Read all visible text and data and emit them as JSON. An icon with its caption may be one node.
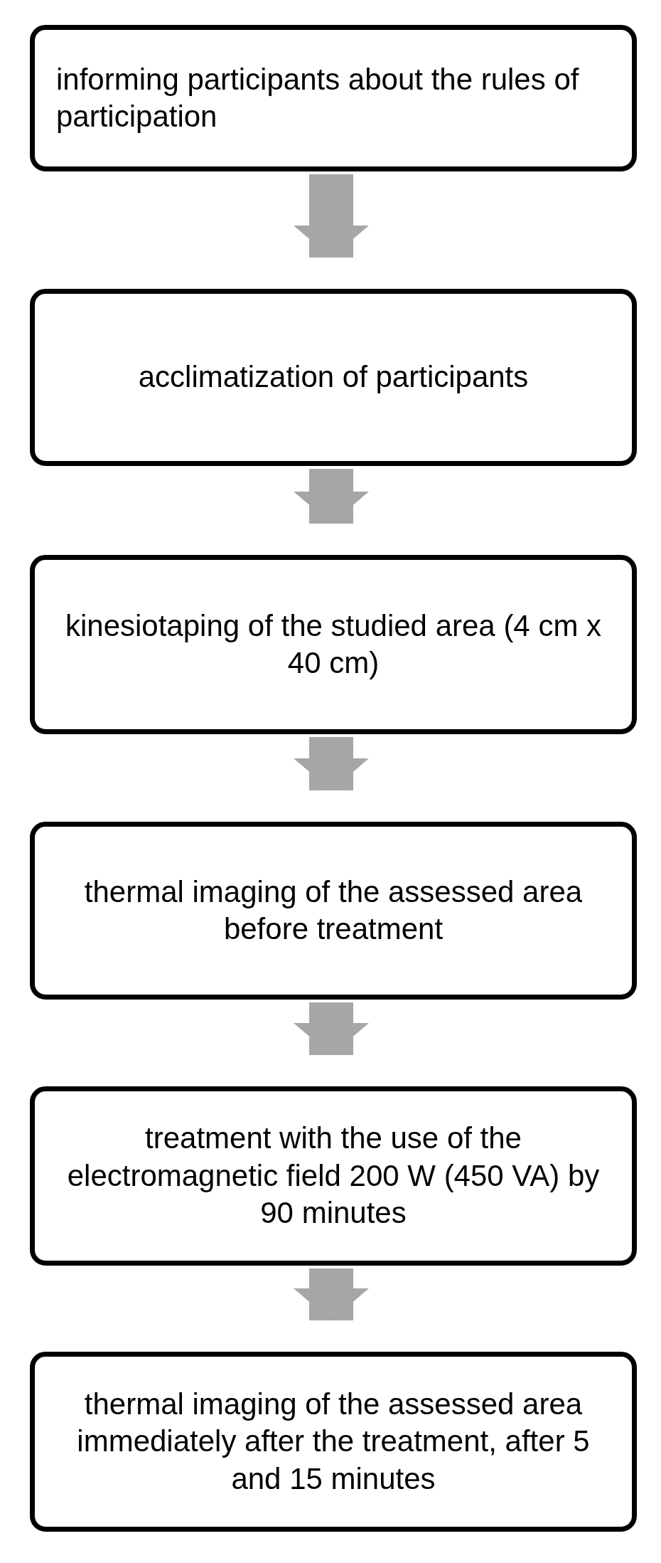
{
  "diagram": {
    "nodes": [
      {
        "text": [
          "informing participants about the rules of participation"
        ]
      },
      {
        "text": [
          "acclimatization of participants"
        ]
      },
      {
        "text": [
          "kinesiotaping of the studied area (4 cm x 40 cm)"
        ]
      },
      {
        "text": [
          "thermal imaging of the assessed area before treatment"
        ]
      },
      {
        "text": [
          "treatment with the use of the electromagnetic field 200 W (450 VA) by 90 minutes"
        ]
      },
      {
        "text": [
          "thermal imaging of the assessed area immediately after the treatment, after 5 and 15 minutes"
        ]
      }
    ],
    "edges": [
      {
        "from": 0,
        "to": 1,
        "arrow": "to"
      },
      {
        "from": 1,
        "to": 2,
        "arrow": "to"
      },
      {
        "from": 2,
        "to": 3,
        "arrow": "to"
      },
      {
        "from": 3,
        "to": 4,
        "arrow": "to"
      },
      {
        "from": 4,
        "to": 5,
        "arrow": "to"
      }
    ]
  }
}
